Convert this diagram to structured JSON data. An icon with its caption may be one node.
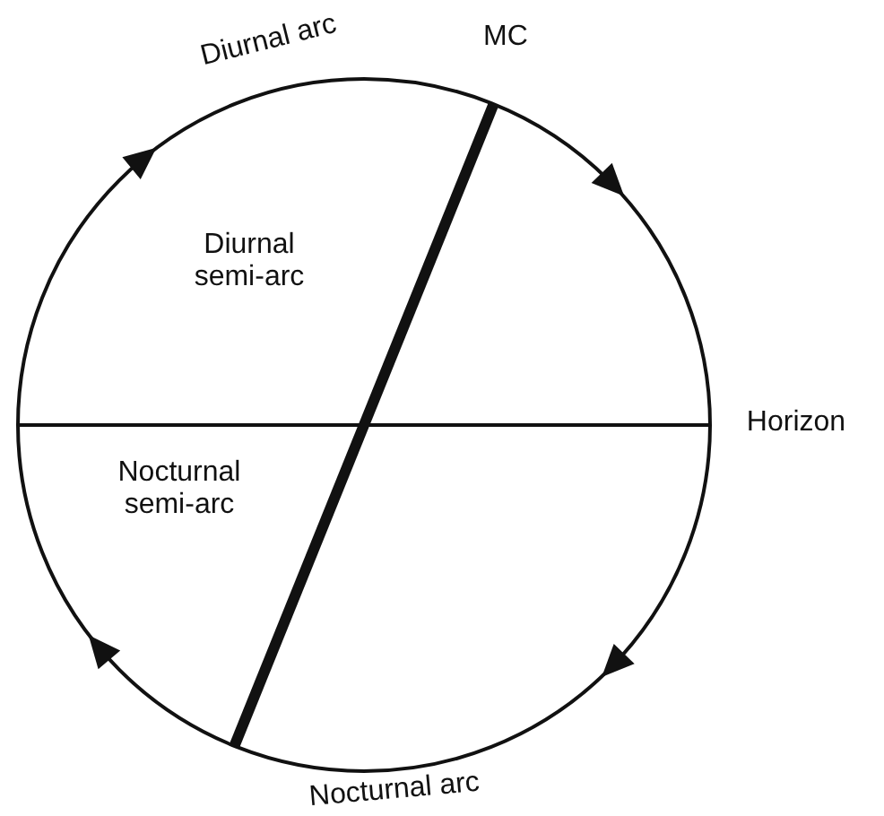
{
  "diagram": {
    "labels": [
      "Diurnal arc",
      "MC",
      "Diurnal semi-arc",
      "Horizon",
      "Nocturnal semi-arc",
      "Nocturnal arc"
    ]
  }
}
